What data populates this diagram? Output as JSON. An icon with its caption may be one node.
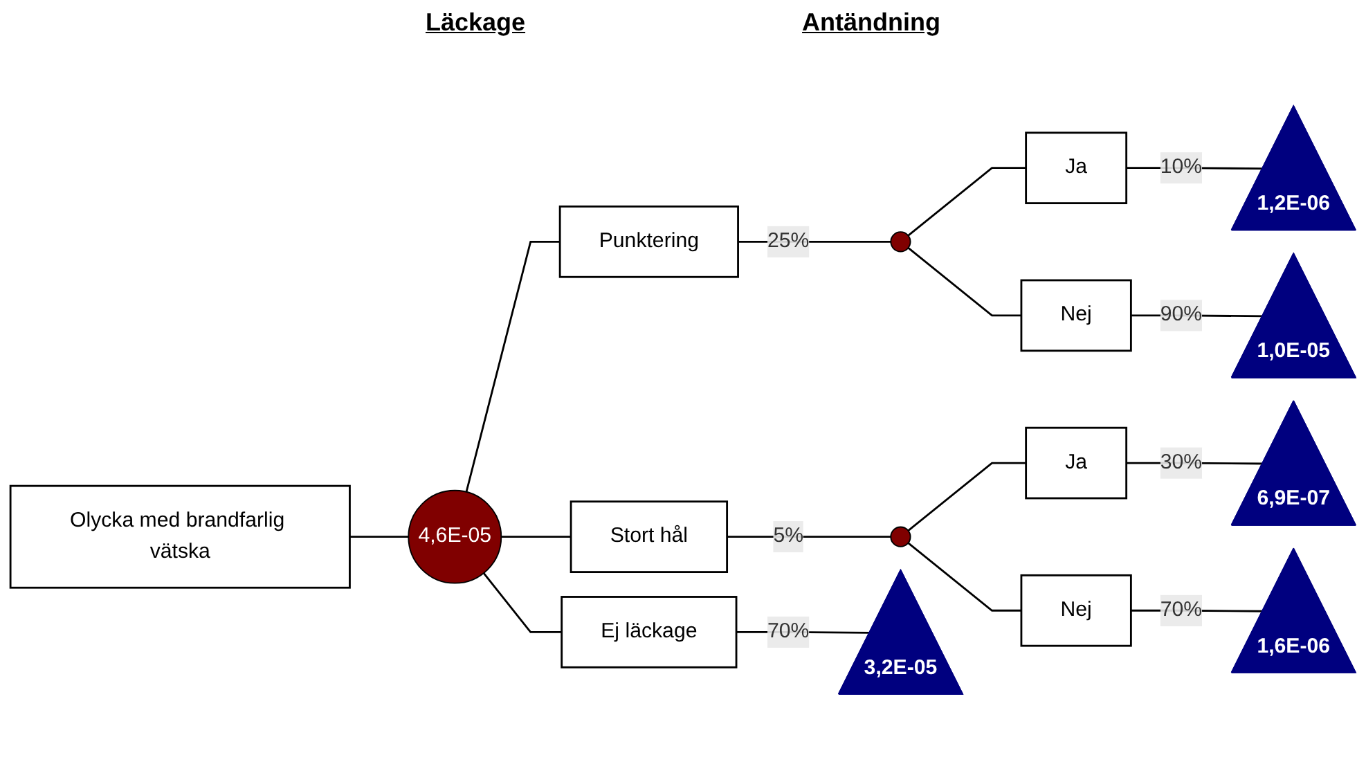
{
  "diagram": {
    "nodes": [
      {
        "text": [
          "Olycka med brandfarlig vätska"
        ]
      },
      {
        "text": [
          "4,6E-05"
        ]
      },
      {
        "text": [
          "Punktering"
        ]
      },
      {
        "text": [
          "Stort hål"
        ]
      },
      {
        "text": [
          "Ej läckage"
        ]
      },
      {
        "text": [],
        "shape": "circle"
      },
      {
        "text": [
          "Ja"
        ]
      },
      {
        "text": [
          "Nej"
        ]
      },
      {
        "text": [],
        "shape": "circle"
      },
      {
        "text": [
          "Ja"
        ]
      },
      {
        "text": [
          "Nej"
        ]
      },
      {
        "text": [
          "1,2E-06"
        ]
      },
      {
        "text": [
          "1,0E-05"
        ]
      },
      {
        "text": [
          "6,9E-07"
        ]
      },
      {
        "text": [
          "1,6E-06"
        ]
      },
      {
        "text": [
          "3,2E-05"
        ]
      }
    ],
    "edges": [
      {
        "from": 0,
        "to": 1,
        "arrow": "none"
      },
      {
        "from": 1,
        "to": 2,
        "arrow": "none"
      },
      {
        "from": 1,
        "to": 3,
        "arrow": "none"
      },
      {
        "from": 1,
        "to": 4,
        "arrow": "none"
      },
      {
        "from": 2,
        "to": 5,
        "arrow": "none",
        "label": "25%"
      },
      {
        "from": 5,
        "to": 6,
        "arrow": "none"
      },
      {
        "from": 5,
        "to": 7,
        "arrow": "none"
      },
      {
        "from": 6,
        "to": 11,
        "arrow": "none",
        "label": "10%"
      },
      {
        "from": 7,
        "to": 12,
        "arrow": "none",
        "label": "90%"
      },
      {
        "from": 3,
        "to": 8,
        "arrow": "none",
        "label": "5%"
      },
      {
        "from": 8,
        "to": 9,
        "arrow": "none"
      },
      {
        "from": 8,
        "to": 10,
        "arrow": "none"
      },
      {
        "from": 9,
        "to": 13,
        "arrow": "none",
        "label": "30%"
      },
      {
        "from": 10,
        "to": 14,
        "arrow": "none",
        "label": "70%"
      },
      {
        "from": 4,
        "to": 15,
        "arrow": "none",
        "label": "70%"
      }
    ],
    "labels": [
      "Antändning",
      "Läckage"
    ]
  }
}
